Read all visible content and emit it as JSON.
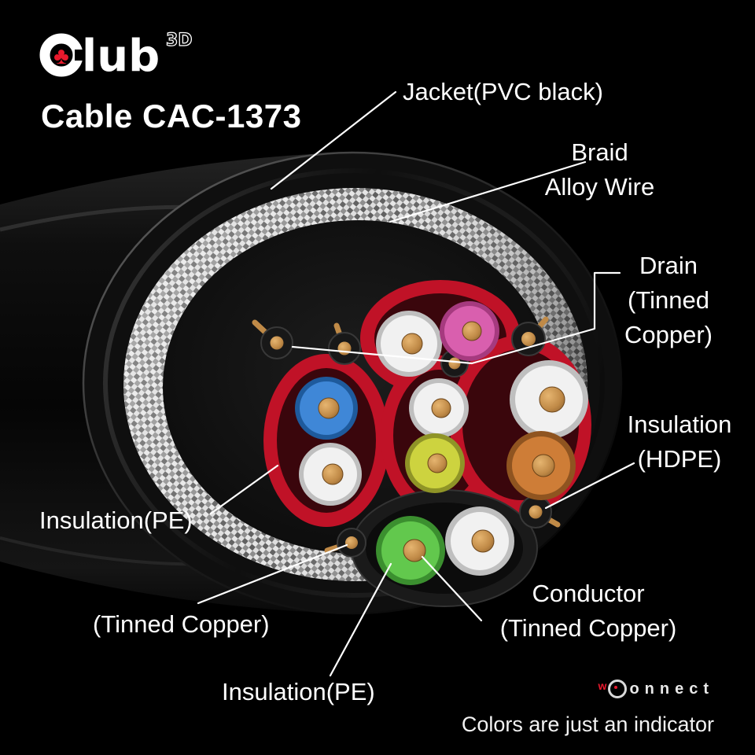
{
  "brand": {
    "logo_lub": "lub",
    "logo_sup": "3D"
  },
  "icons": {
    "club_suit": "♣"
  },
  "header": {
    "product_title": "Cable CAC-1373"
  },
  "diagram_labels": {
    "jacket": "Jacket(PVC black)",
    "braid_line1": "Braid",
    "braid_line2": "Alloy Wire",
    "drain_line1": "Drain",
    "drain_line2": "(Tinned",
    "drain_line3": "Copper)",
    "hdpe_line1": "Insulation",
    "hdpe_line2": "(HDPE)",
    "pe_left": "Insulation(PE)",
    "tinned_left": "(Tinned Copper)",
    "conductor_line1": "Conductor",
    "conductor_line2": "(Tinned Copper)",
    "pe_bottom": "Insulation(PE)"
  },
  "footer": {
    "wordmark_w": "w",
    "wordmark_rest": "onnect",
    "note": "Colors are just an indicator"
  },
  "palette": {
    "background": "#000000",
    "accent_red": "#e8192c",
    "label_text": "#ffffff",
    "jacket_black": "#101010",
    "braid_silver": "#bdbdbd",
    "pair_jacket_red": "#c01227",
    "copper": "#c08a47",
    "insulation_white": "#f1f1f1",
    "insulation_blue": "#3f87d7",
    "insulation_pink": "#d95fae",
    "insulation_yellow": "#cdd33f",
    "insulation_orange": "#ce7d37",
    "insulation_green": "#62c84d"
  }
}
